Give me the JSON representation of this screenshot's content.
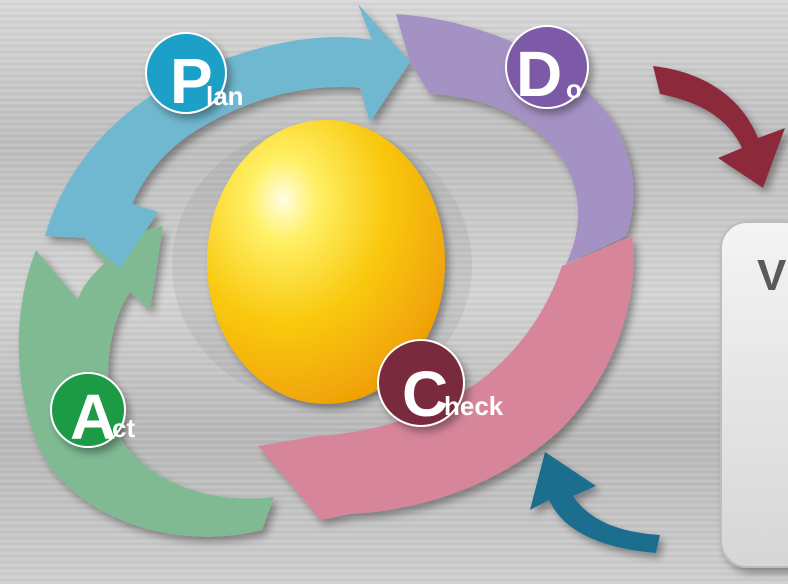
{
  "cycle": {
    "plan": {
      "initial": "P",
      "rest": "lan",
      "color": "#6fb7d0",
      "badge_color": "#1ea0c8"
    },
    "do": {
      "initial": "D",
      "rest": "o",
      "color": "#a592c4",
      "badge_color": "#7b5aa8"
    },
    "check": {
      "initial": "C",
      "rest": "heck",
      "color": "#d7859a",
      "badge_color": "#7a2c3c"
    },
    "act": {
      "initial": "A",
      "rest": "ct",
      "color": "#7fba93",
      "badge_color": "#1f9a45"
    },
    "center_sphere": {
      "color": "#f7c20a"
    }
  },
  "side_arrows": {
    "top": {
      "color": "#8c2a3b"
    },
    "bottom": {
      "color": "#1f6e8f"
    }
  },
  "panel": {
    "visible_letter": "V"
  }
}
